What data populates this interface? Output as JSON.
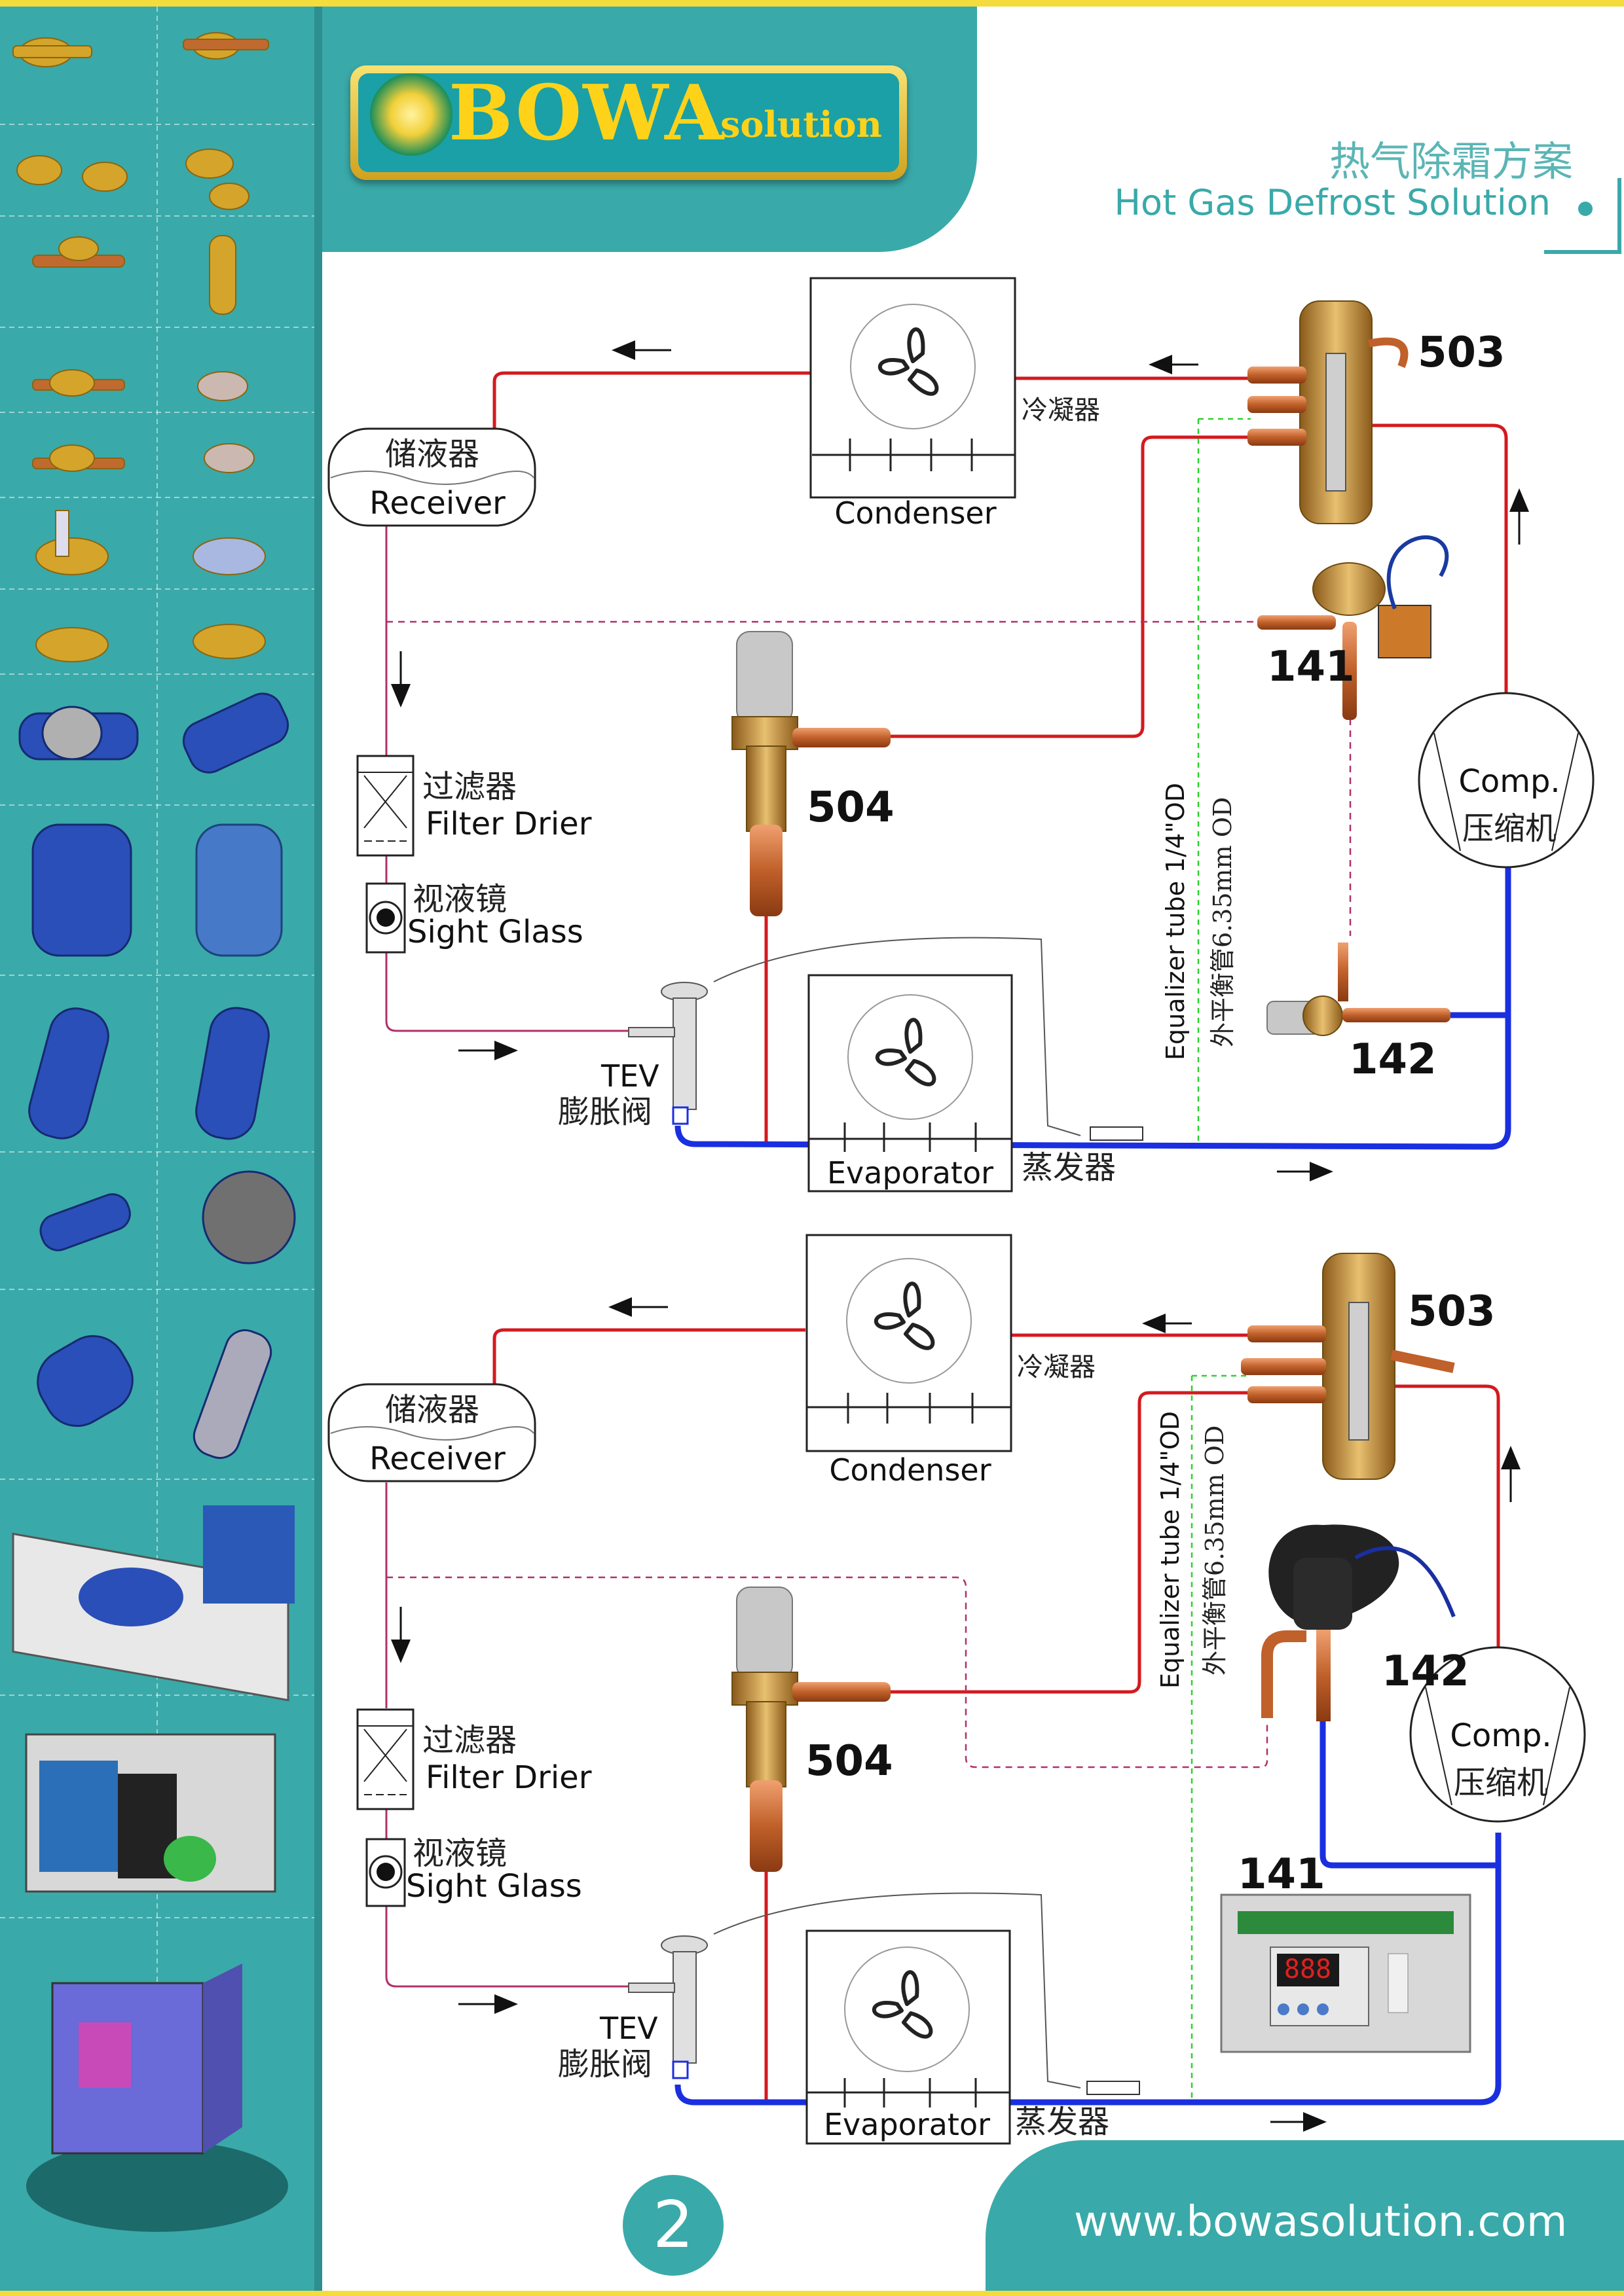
{
  "brand": {
    "name": "BOWA",
    "sub": "solution"
  },
  "title": {
    "cn": "热气除霜方案",
    "en": "Hot Gas Defrost Solution"
  },
  "footer": {
    "url": "www.bowasolution.com",
    "page": "2"
  },
  "diagrams": [
    {
      "receiver_cn": "储液器",
      "receiver_en": "Receiver",
      "condenser_cn": "冷凝器",
      "condenser_en": "Condenser",
      "filter_cn": "过滤器",
      "filter_en": "Filter Drier",
      "sight_cn": "视液镜",
      "sight_en": "Sight Glass",
      "tev_en": "TEV",
      "tev_cn": "膨胀阀",
      "evap_en": "Evaporator",
      "evap_cn": "蒸发器",
      "comp_en": "Comp.",
      "comp_cn": "压缩机",
      "eq_en": "Equalizer tube 1/4\"OD",
      "eq_cn": "外平衡管6.35mm OD",
      "valve_a": "503",
      "valve_b": "141",
      "valve_c": "504",
      "valve_d": "142"
    },
    {
      "receiver_cn": "储液器",
      "receiver_en": "Receiver",
      "condenser_cn": "冷凝器",
      "condenser_en": "Condenser",
      "filter_cn": "过滤器",
      "filter_en": "Filter Drier",
      "sight_cn": "视液镜",
      "sight_en": "Sight Glass",
      "tev_en": "TEV",
      "tev_cn": "膨胀阀",
      "evap_en": "Evaporator",
      "evap_cn": "蒸发器",
      "comp_en": "Comp.",
      "comp_cn": "压缩机",
      "eq_en": "Equalizer tube 1/4\"OD",
      "eq_cn": "外平衡管6.35mm OD",
      "valve_a": "503",
      "valve_b": "142",
      "valve_c": "504",
      "valve_d": "141"
    }
  ],
  "colors": {
    "teal": "#3aa9a9",
    "gold": "#f4dc3c",
    "high_pressure": "#d31a1f",
    "low_pressure": "#1a2fe0",
    "equalizer": "#2ed12e"
  }
}
